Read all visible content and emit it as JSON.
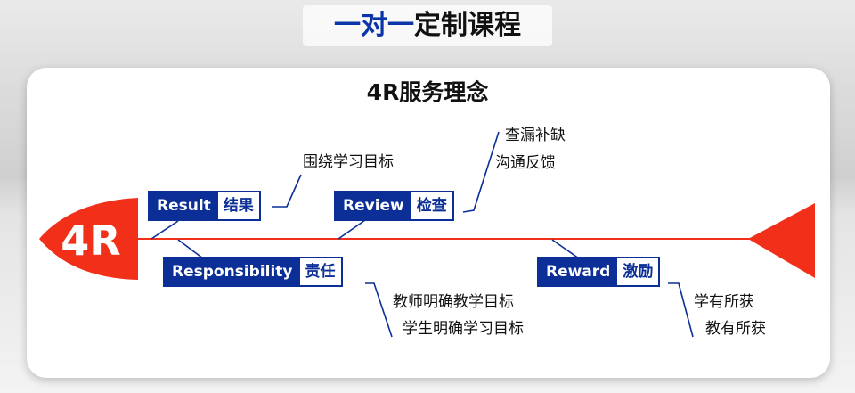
{
  "header": {
    "title_highlight": "一对一",
    "title_rest": "定制课程"
  },
  "card": {
    "title": "4R服务理念",
    "head_label": "4R"
  },
  "branches": [
    {
      "en": "Result",
      "zh": "结果",
      "notes": [
        "围绕学习目标"
      ]
    },
    {
      "en": "Review",
      "zh": "检查",
      "notes": [
        "查漏补缺",
        "沟通反馈"
      ]
    },
    {
      "en": "Responsibility",
      "zh": "责任",
      "notes": [
        "教师明确教学目标",
        "学生明确学习目标"
      ]
    },
    {
      "en": "Reward",
      "zh": "激励",
      "notes": [
        "学有所获",
        "教有所获"
      ]
    }
  ],
  "colors": {
    "accent_blue": "#0b2f96",
    "fish_red": "#f2301a",
    "title_blue": "#0b35a8"
  }
}
